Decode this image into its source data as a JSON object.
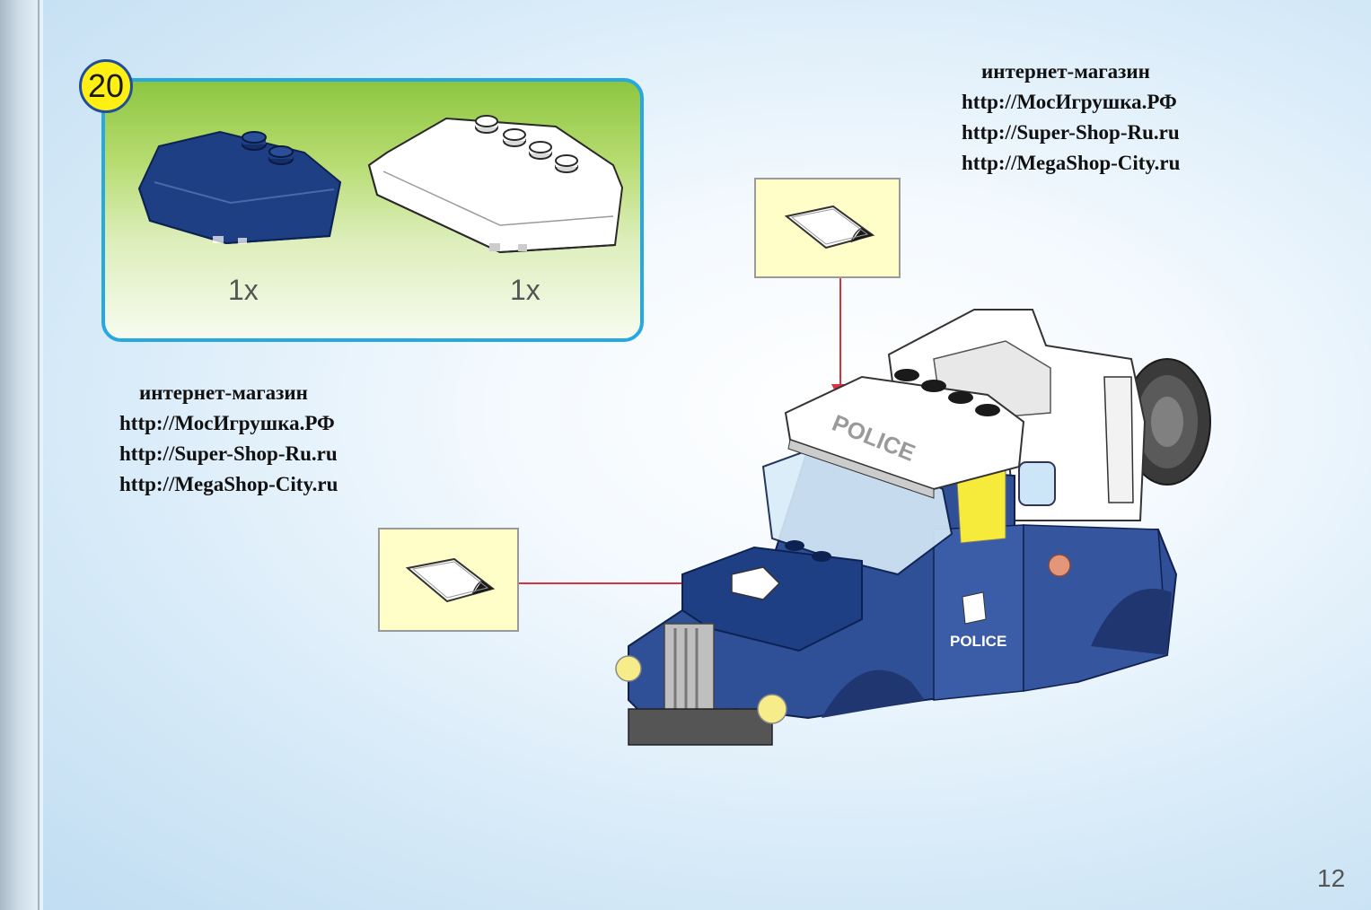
{
  "step": {
    "number": "20",
    "parts": [
      {
        "name": "blue-wedge-plate",
        "color": "#1e3f84",
        "quantity": "1x"
      },
      {
        "name": "white-wedge-plate",
        "color": "#ffffff",
        "quantity": "1x"
      }
    ]
  },
  "shop_text_top_right": {
    "lines": [
      "интернет-магазин",
      "http://МосИгрушка.РФ",
      "http://Super-Shop-Ru.ru",
      "http://MegaShop-City.ru"
    ]
  },
  "shop_text_left": {
    "lines": [
      "интернет-магазин",
      "http://МосИгрушка.РФ",
      "http://Super-Shop-Ru.ru",
      "http://MegaShop-City.ru"
    ]
  },
  "vehicle": {
    "roof_text": "POLICE",
    "door_text": "POLICE",
    "body_color": "#2f4f96",
    "roof_color": "#ffffff",
    "arrow_color": "#d8323c"
  },
  "stickers": [
    {
      "name": "sticker-icon-roof"
    },
    {
      "name": "sticker-icon-hood"
    }
  ],
  "page": {
    "number": "12"
  }
}
